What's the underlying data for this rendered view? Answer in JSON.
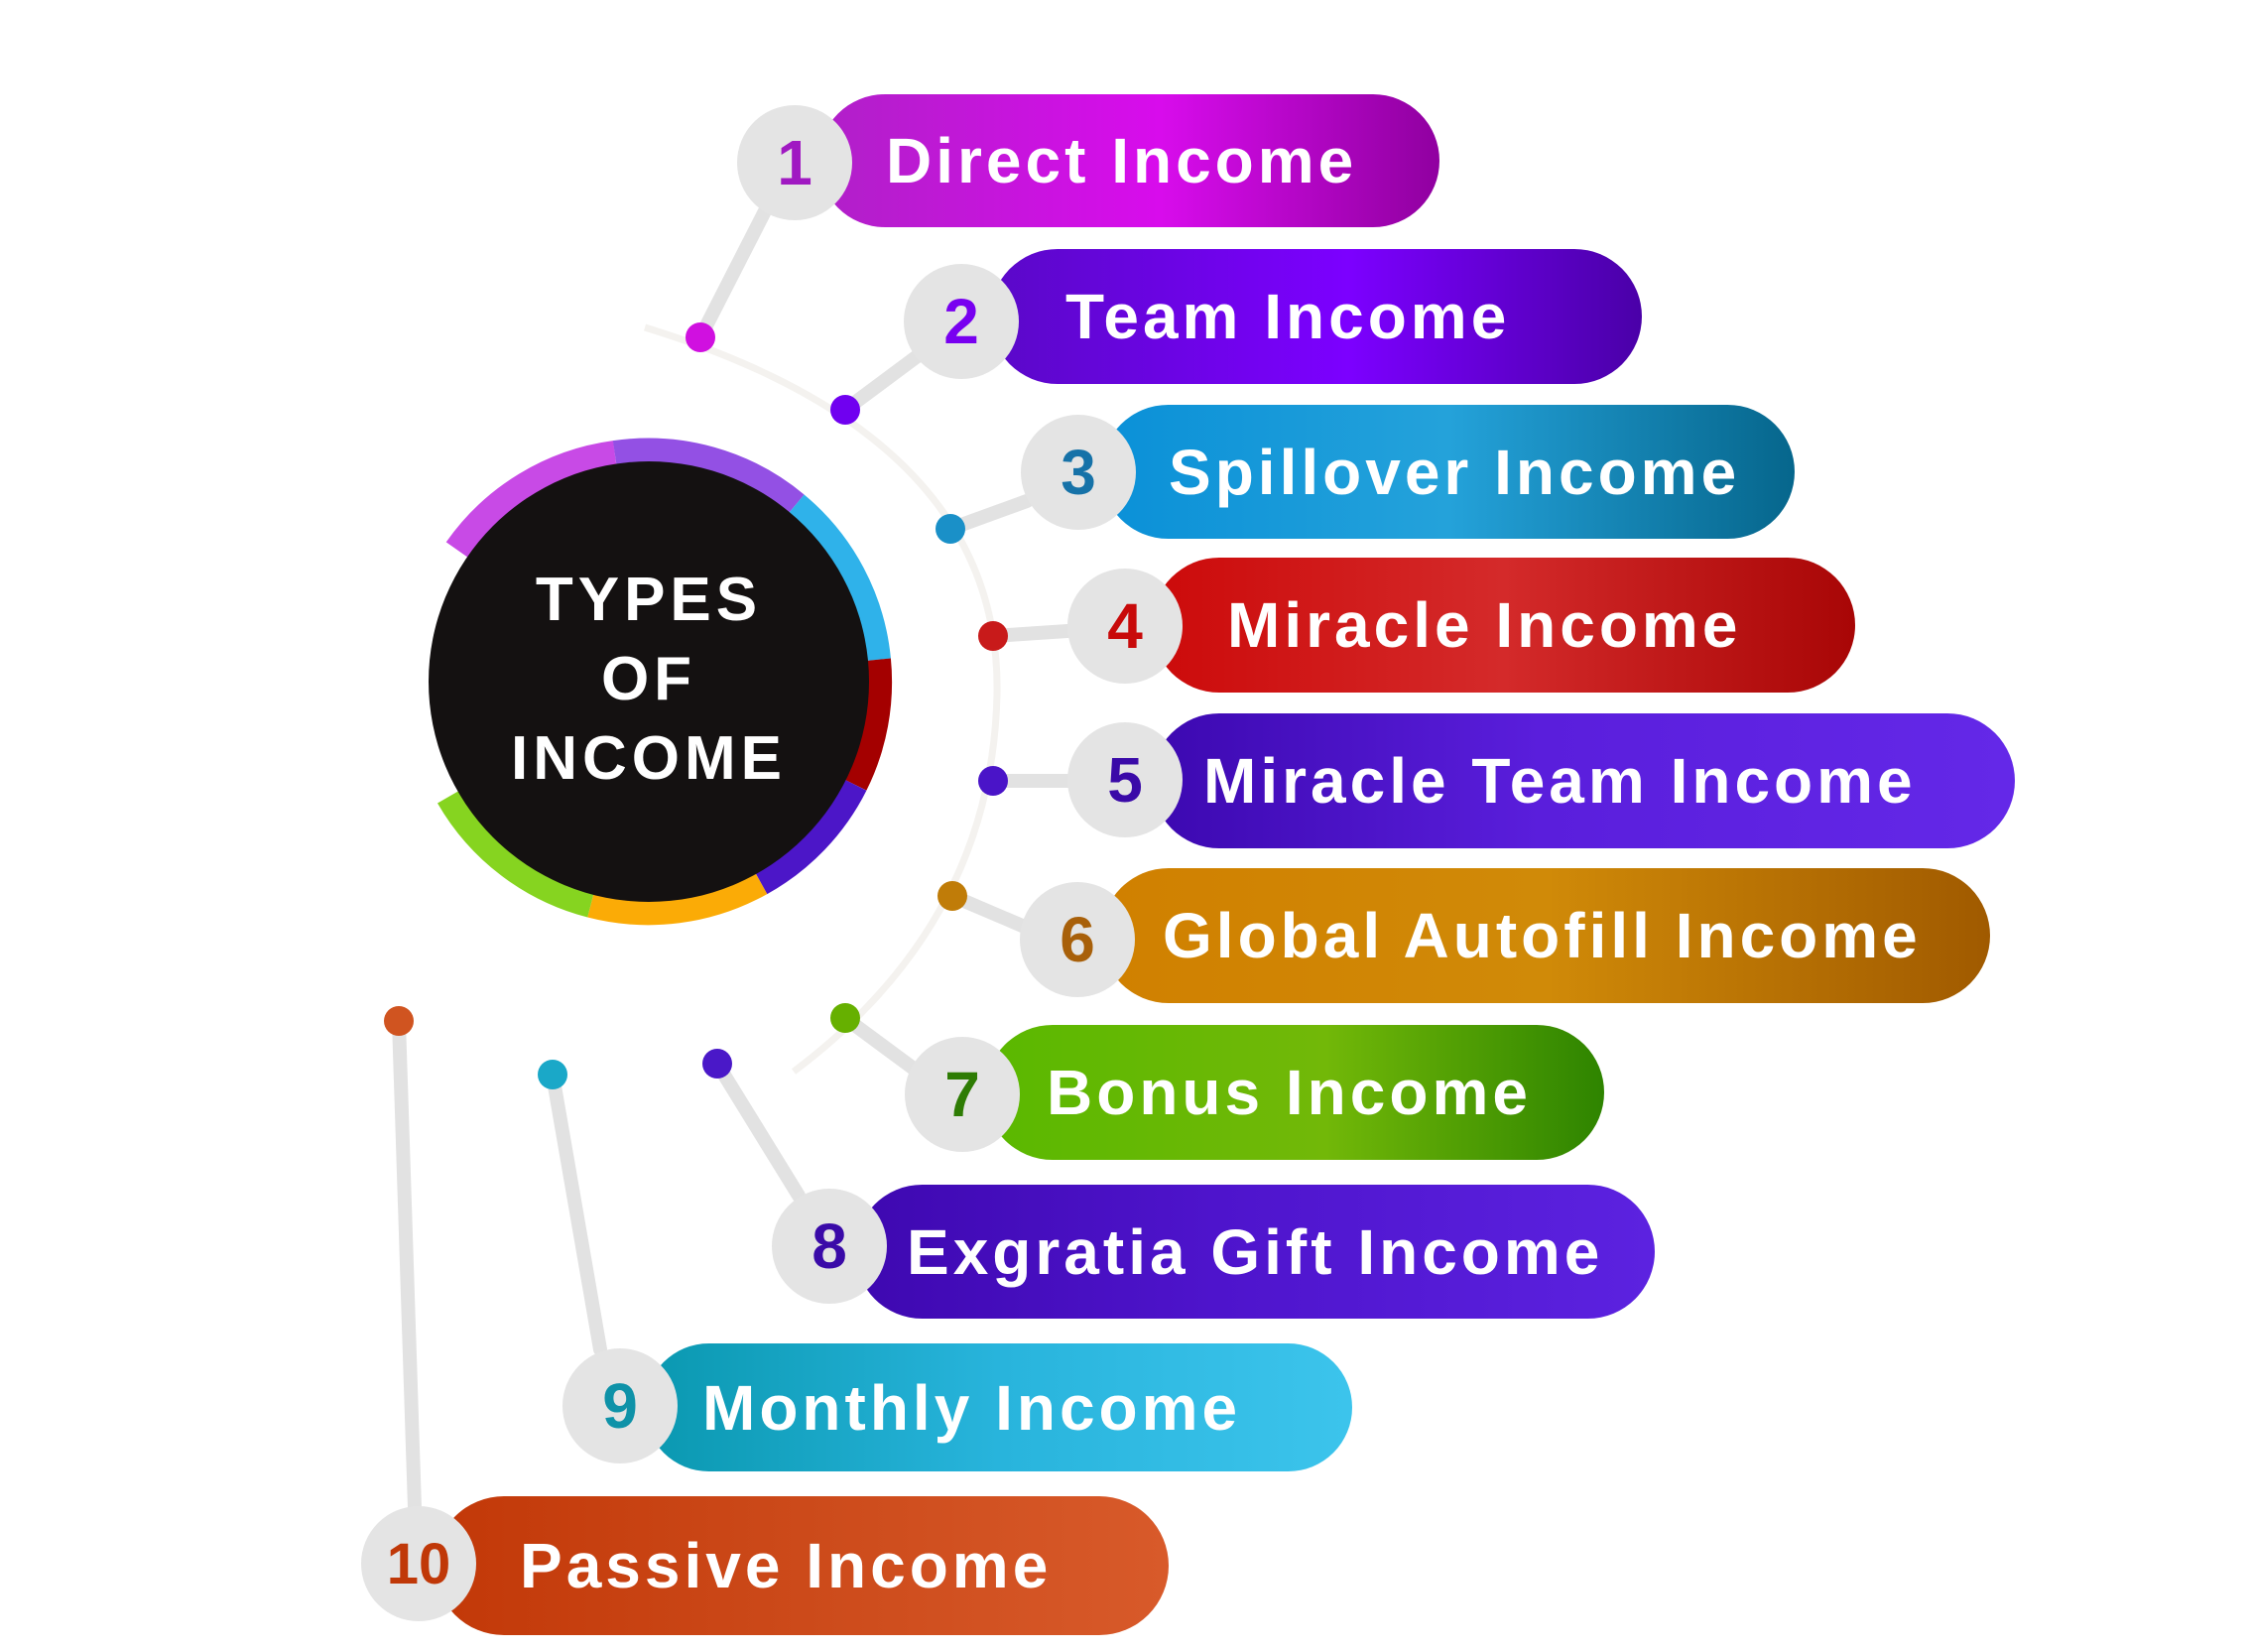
{
  "diagram": {
    "title_lines": [
      "TYPES",
      "OF",
      "INCOME"
    ],
    "center_colors": {
      "fill": "#141111",
      "ring_segments": [
        {
          "from": "#b03cc9",
          "to": "#e050ff",
          "name": "magenta"
        },
        {
          "from": "#7a38c8",
          "to": "#a45cf2",
          "name": "violet"
        },
        {
          "from": "#0aa0dc",
          "to": "#5ccaf8",
          "name": "sky-blue"
        },
        {
          "from": "#960000",
          "to": "#b40000",
          "name": "dark-red"
        },
        {
          "from": "#3c0ab4",
          "to": "#5a1ed8",
          "name": "indigo"
        },
        {
          "from": "#ffc20a",
          "to": "#f28c00",
          "name": "orange"
        },
        {
          "from": "#a8dc24",
          "to": "#5ad21a",
          "name": "green"
        }
      ]
    },
    "items": [
      {
        "number": "1",
        "label": "Direct Income",
        "color_start": "#b020c8",
        "color_mid": "#d80cec",
        "color_end": "#9000a0",
        "number_color": "#a019c2",
        "dot_color": "#d010e0"
      },
      {
        "number": "2",
        "label": "Team Income",
        "color_start": "#5a08c8",
        "color_mid": "#7c00ff",
        "color_end": "#4a00a8",
        "number_color": "#7800f0",
        "dot_color": "#7000f0"
      },
      {
        "number": "3",
        "label": "Spillover Income",
        "color_start": "#0a90d8",
        "color_mid": "#24a2da",
        "color_end": "#06668c",
        "number_color": "#1672a8",
        "dot_color": "#1a90c8"
      },
      {
        "number": "4",
        "label": "Miracle Income",
        "color_start": "#cc0a0a",
        "color_mid": "#d42a2a",
        "color_end": "#a80606",
        "number_color": "#c80a0a",
        "dot_color": "#c81a1a"
      },
      {
        "number": "5",
        "label": "Miracle Team Income",
        "color_start": "#3c08b0",
        "color_mid": "#5a1edc",
        "color_end": "#6428e8",
        "number_color": "#3a0aa8",
        "dot_color": "#4a14c8"
      },
      {
        "number": "6",
        "label": "Global Autofill Income",
        "color_start": "#d08000",
        "color_mid": "#d08a08",
        "color_end": "#a05a00",
        "number_color": "#a8600a",
        "dot_color": "#c07c08"
      },
      {
        "number": "7",
        "label": "Bonus Income",
        "color_start": "#5ab800",
        "color_mid": "#72b808",
        "color_end": "#2e8400",
        "number_color": "#2e7c04",
        "dot_color": "#66b000"
      },
      {
        "number": "8",
        "label": "Exgratia Gift Income",
        "color_start": "#3e08b0",
        "color_mid": "#4e14cc",
        "color_end": "#5c22e0",
        "number_color": "#3a0aa8",
        "dot_color": "#4a18c0"
      },
      {
        "number": "9",
        "label": "Monthly Income",
        "color_start": "#0a98b0",
        "color_mid": "#28b4dc",
        "color_end": "#3cc4ec",
        "number_color": "#0e92a8",
        "dot_color": "#1aa8c8"
      },
      {
        "number": "10",
        "label": "Passive Income",
        "color_start": "#c23808",
        "color_mid": "#cc4a1a",
        "color_end": "#d85a2a",
        "number_color": "#c03808",
        "dot_color": "#d05420"
      }
    ]
  }
}
